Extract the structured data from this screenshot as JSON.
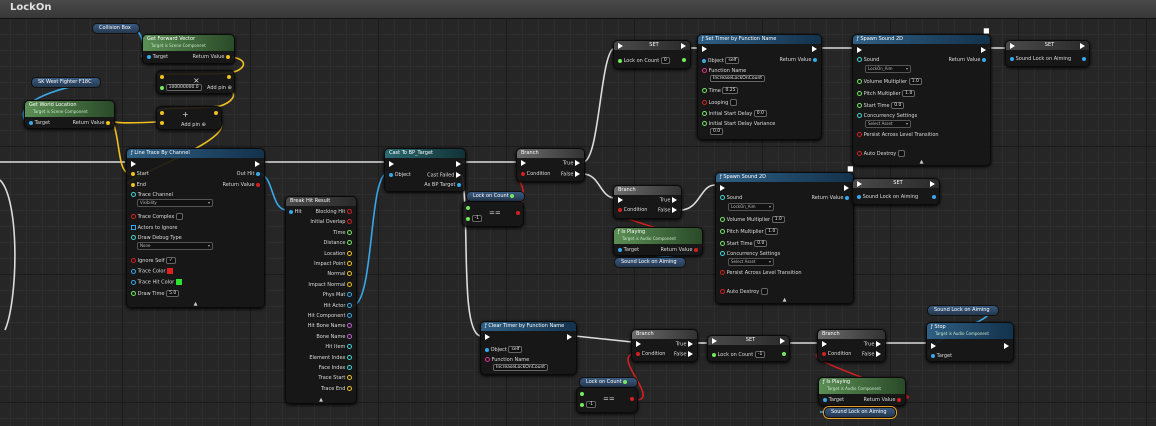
{
  "window": {
    "title": "LockOn"
  },
  "vars": {
    "collision_box": "Collision Box",
    "sk_west_fighter": "SK West Fighter F18C",
    "lock_on_count": "Lock on Count",
    "sound_lock_on_aiming": "Sound Lock on Aiming"
  },
  "nodes": {
    "get_forward_vector": {
      "title": "Get Forward Vector",
      "target_hint": "Target is Scene Component",
      "target": "Target",
      "return_value": "Return Value"
    },
    "multiply": {
      "value": "100000000.0",
      "op": "×",
      "add_pin": "Add pin"
    },
    "add": {
      "op": "+",
      "add_pin": "Add pin"
    },
    "get_world_location": {
      "title": "Get World Location",
      "target_hint": "Target is Scene Component",
      "target": "Target",
      "return_value": "Return Value"
    },
    "line_trace": {
      "title": "Line Trace By Channel",
      "start": "Start",
      "end": "End",
      "out_hit": "Out Hit",
      "return_value": "Return Value",
      "trace_channel": "Trace Channel",
      "trace_channel_value": "Visibility",
      "trace_complex": "Trace Complex",
      "actors_to_ignore": "Actors to Ignore",
      "draw_debug_type": "Draw Debug Type",
      "draw_debug_value": "None",
      "ignore_self": "Ignore Self",
      "trace_color": "Trace Color",
      "trace_hit_color": "Trace Hit Color",
      "draw_time": "Draw Time",
      "draw_time_value": "5.0"
    },
    "break_hit": {
      "title": "Break Hit Result",
      "hit": "Hit",
      "outputs": [
        "Blocking Hit",
        "Initial Overlap",
        "Time",
        "Distance",
        "Location",
        "Impact Point",
        "Normal",
        "Impact Normal",
        "Phys Mat",
        "Hit Actor",
        "Hit Component",
        "Hit Bone Name",
        "Bone Name",
        "Hit Item",
        "Element Index",
        "Face Index",
        "Trace Start",
        "Trace End"
      ]
    },
    "cast": {
      "title": "Cast To BP_Target",
      "object": "Object",
      "cast_failed": "Cast Failed",
      "as_target": "As BP Target"
    },
    "compare1": {
      "lock_on_count": "Lock on Count",
      "op": "==",
      "value": "-1"
    },
    "branch1": {
      "title": "Branch",
      "condition": "Condition",
      "true": "True",
      "false": "False"
    },
    "set1": {
      "title": "SET",
      "label": "Lock on Count",
      "value": "0"
    },
    "set_timer": {
      "title": "Set Timer by Function Name",
      "object": "Object",
      "object_value": "self",
      "function_name": "Function Name",
      "function_value": "IncreaseLockOnCount",
      "time": "Time",
      "time_value": "0.25",
      "looping": "Looping",
      "initial_start_delay": "Initial Start Delay",
      "initial_start_delay_value": "0.0",
      "initial_start_delay_variance": "Initial Start Delay Variance",
      "initial_start_delay_variance_value": "0.0",
      "return_value": "Return Value"
    },
    "spawn_sound1": {
      "title": "Spawn Sound 2D",
      "sound": "Sound",
      "sound_value": "LockOn_Aim",
      "volume": "Volume Multiplier",
      "volume_value": "1.0",
      "pitch": "Pitch Multiplier",
      "pitch_value": "1.0",
      "start_time": "Start Time",
      "start_time_value": "0.0",
      "concurrency": "Concurrency Settings",
      "concurrency_value": "Select Asset",
      "persist": "Persist Across Level Transition",
      "auto_destroy": "Auto Destroy",
      "return_value": "Return Value"
    },
    "set_sound1": {
      "title": "SET",
      "label": "Sound Lock on Aiming"
    },
    "branch2": {
      "title": "Branch",
      "condition": "Condition",
      "true": "True",
      "false": "False"
    },
    "is_playing1": {
      "title": "Is Playing",
      "target_hint": "Target is Audio Component",
      "target": "Target",
      "return_value": "Return Value"
    },
    "spawn_sound2": {
      "title": "Spawn Sound 2D",
      "sound": "Sound",
      "sound_value": "LockOn_Aim",
      "volume": "Volume Multiplier",
      "volume_value": "1.0",
      "pitch": "Pitch Multiplier",
      "pitch_value": "1.0",
      "start_time": "Start Time",
      "start_time_value": "0.0",
      "concurrency": "Concurrency Settings",
      "concurrency_value": "Select Asset",
      "persist": "Persist Across Level Transition",
      "auto_destroy": "Auto Destroy",
      "return_value": "Return Value"
    },
    "set_sound2": {
      "title": "SET",
      "label": "Sound Lock on Aiming"
    },
    "clear_timer": {
      "title": "Clear Timer by Function Name",
      "object": "Object",
      "object_value": "self",
      "function_name": "Function Name",
      "function_value": "IncreaseLockOnCount"
    },
    "branch3": {
      "title": "Branch",
      "condition": "Condition",
      "true": "True",
      "false": "False"
    },
    "set2": {
      "title": "SET",
      "label": "Lock on Count",
      "value": "-1"
    },
    "compare2": {
      "lock_on_count": "Lock on Count",
      "op": "==",
      "value": "-1"
    },
    "branch4": {
      "title": "Branch",
      "condition": "Condition",
      "true": "True",
      "false": "False"
    },
    "is_playing2": {
      "title": "Is Playing",
      "target_hint": "Target is Audio Component",
      "target": "Target",
      "return_value": "Return Value"
    },
    "stop": {
      "title": "Stop",
      "target_hint": "Target is Audio Component",
      "target": "Target"
    }
  }
}
